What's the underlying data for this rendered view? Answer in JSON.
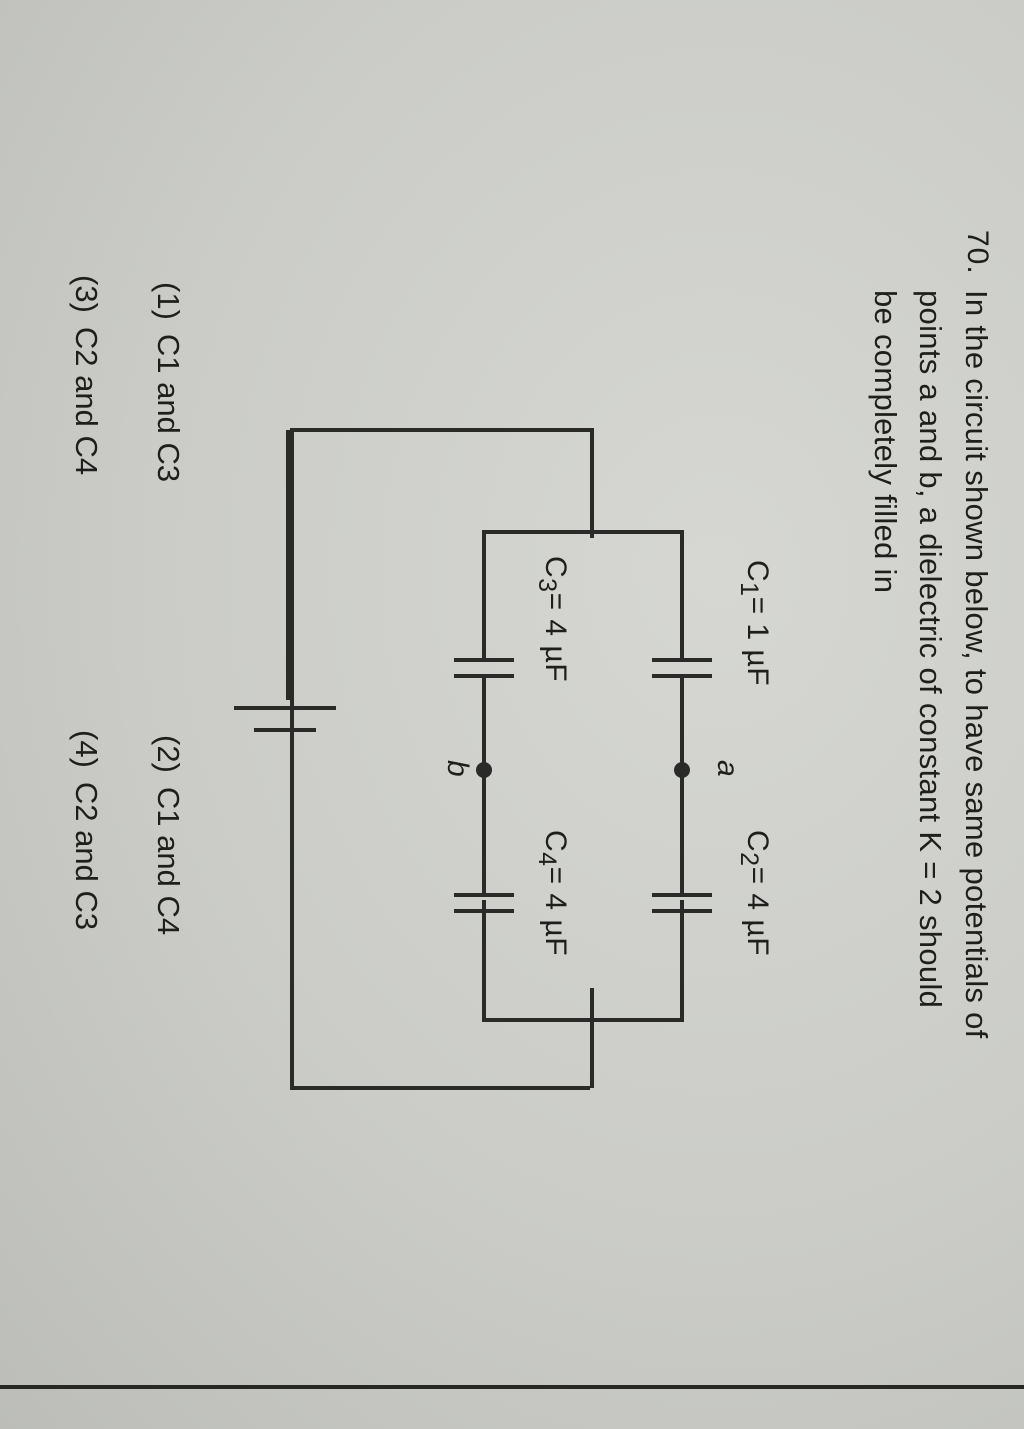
{
  "question": {
    "number": "70.",
    "lines": [
      "In the circuit shown below, to have same potentials of",
      "points a and b, a dielectric of constant K = 2 should",
      "be completely filled in"
    ],
    "text": "In the circuit shown below, to have same potentials of points a and b, a dielectric of constant K = 2 should be completely filled in"
  },
  "circuit": {
    "capacitors": [
      {
        "id": "C1",
        "label": "C",
        "sub": "1",
        "value": "= 1 µF"
      },
      {
        "id": "C2",
        "label": "C",
        "sub": "2",
        "value": "= 4 µF"
      },
      {
        "id": "C3",
        "label": "C",
        "sub": "3",
        "value": "= 4 µF"
      },
      {
        "id": "C4",
        "label": "C",
        "sub": "4",
        "value": "= 4 µF"
      }
    ],
    "nodes": [
      {
        "id": "a",
        "label": "a"
      },
      {
        "id": "b",
        "label": "b"
      }
    ],
    "source": "battery"
  },
  "options": [
    {
      "num": "(1)",
      "text": "C1 and C3"
    },
    {
      "num": "(2)",
      "text": "C1 and C4"
    },
    {
      "num": "(3)",
      "text": "C2 and C4"
    },
    {
      "num": "(4)",
      "text": "C2 and C3"
    }
  ],
  "colors": {
    "paper": "#cbccc8",
    "ink": "#1e1f1d"
  }
}
